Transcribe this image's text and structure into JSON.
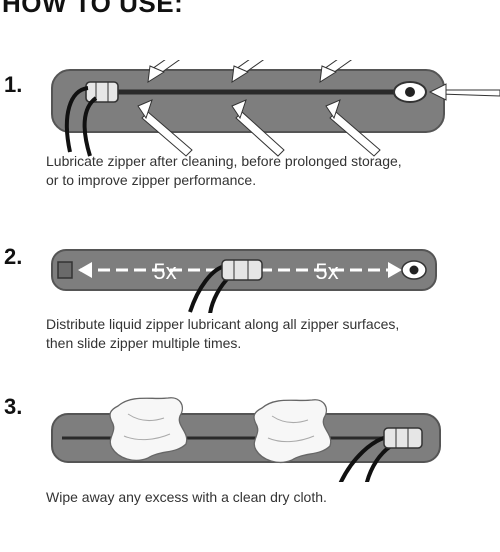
{
  "header": {
    "title": "HOW TO USE:"
  },
  "steps": [
    {
      "number": "1.",
      "lines": [
        "Lubricate zipper after cleaning, before prolonged storage,",
        "or to improve zipper performance."
      ]
    },
    {
      "number": "2.",
      "repeat_left": "5x",
      "repeat_right": "5x",
      "lines": [
        "Distribute liquid zipper lubricant along all zipper surfaces,",
        "then slide zipper multiple times."
      ]
    },
    {
      "number": "3.",
      "lines": [
        "Wipe away any excess with a clean dry cloth."
      ]
    }
  ],
  "colors": {
    "strip": "#7e7e7e",
    "strip_edge": "#555555",
    "zipper_track": "#2a2a2a",
    "arrow": "#ffffff"
  }
}
